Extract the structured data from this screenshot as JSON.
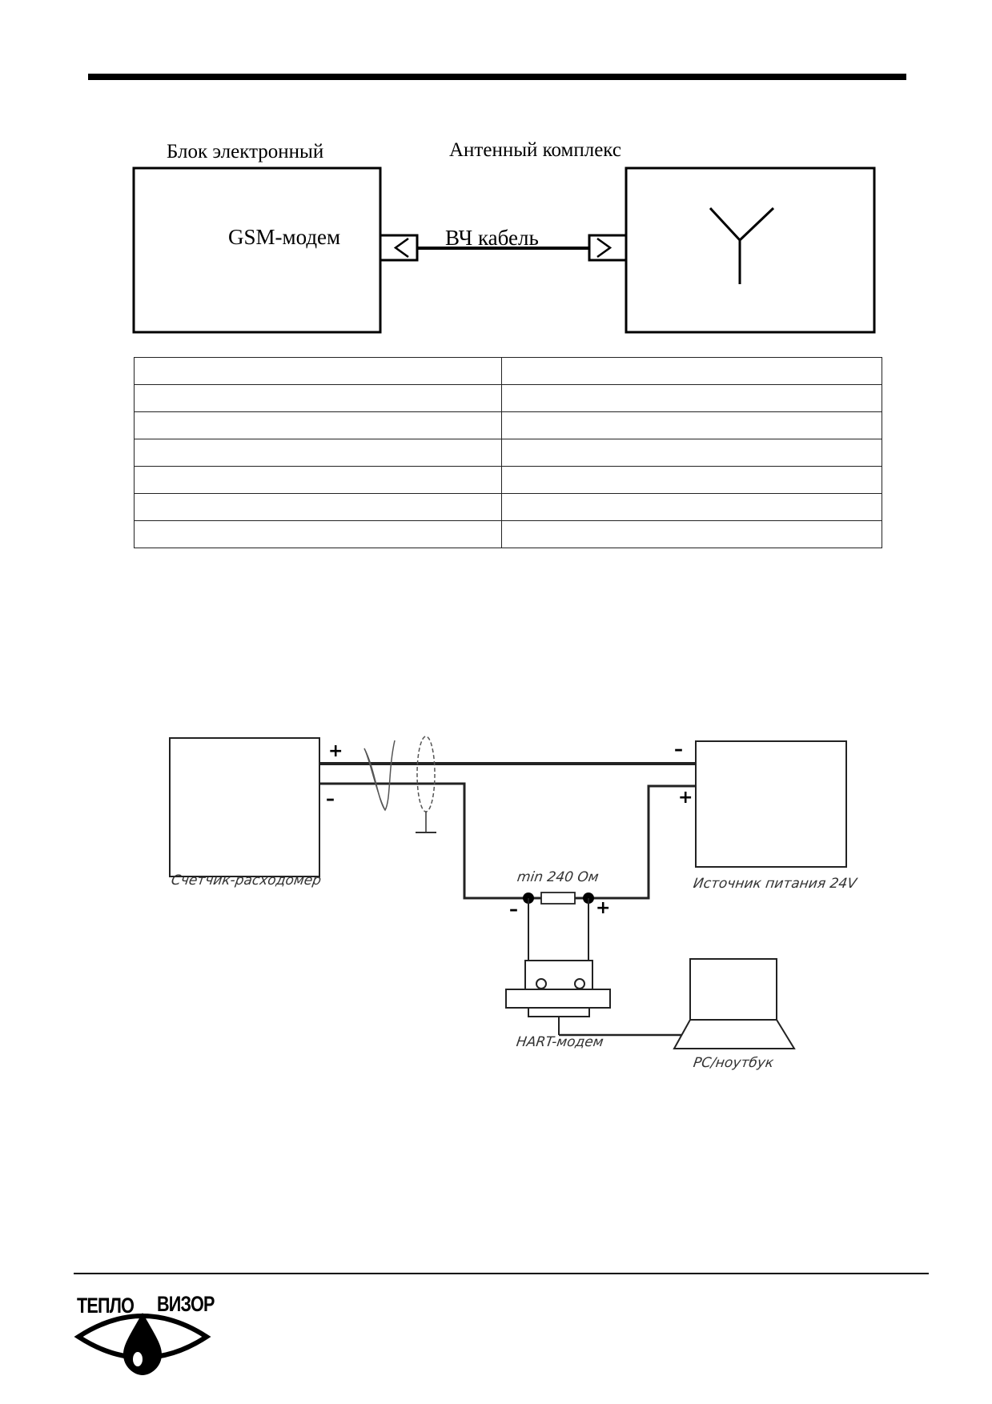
{
  "diagram1": {
    "electronic_block_label": "Блок электронный",
    "antenna_label": "Антенный комплекс",
    "modem_label": "GSM-модем",
    "cable_label": "ВЧ кабель"
  },
  "table": {
    "rows": [
      [
        "",
        ""
      ],
      [
        "",
        ""
      ],
      [
        "",
        ""
      ],
      [
        "",
        ""
      ],
      [
        "",
        ""
      ],
      [
        "",
        ""
      ],
      [
        "",
        ""
      ]
    ]
  },
  "diagram2": {
    "meter_label": "Счетчик-расходомер",
    "power_label": "Источник питания 24V",
    "resistor_label": "min 240 Ом",
    "hart_label": "HART-модем",
    "pc_label": "PC/ноутбук",
    "plus": "+",
    "minus": "–"
  },
  "footer": {
    "logo_text_left": "ТЕПЛО",
    "logo_text_right": "ВИЗОР"
  }
}
